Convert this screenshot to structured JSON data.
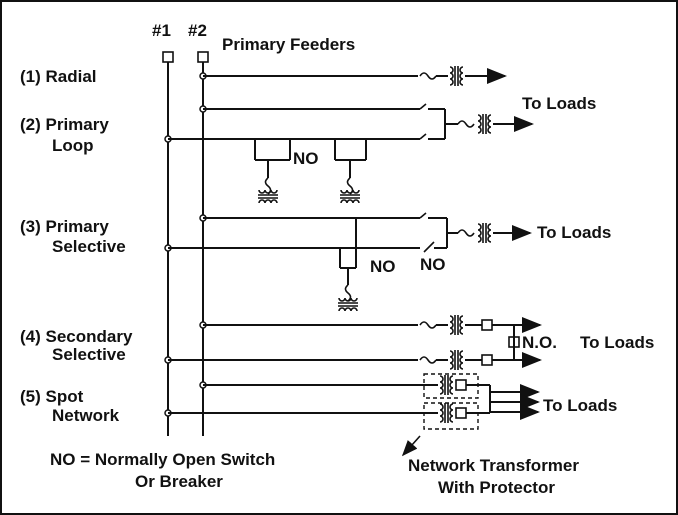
{
  "feeders": {
    "feeder1": "#1",
    "feeder2": "#2",
    "title": "Primary Feeders"
  },
  "systems": [
    {
      "line1": "(1) Radial",
      "line2": ""
    },
    {
      "line1": "(2) Primary",
      "line2": "Loop"
    },
    {
      "line1": "(3) Primary",
      "line2": "Selective"
    },
    {
      "line1": "(4) Secondary",
      "line2": "Selective"
    },
    {
      "line1": "(5) Spot",
      "line2": "Network"
    }
  ],
  "outputs": {
    "to_loads_1": "To Loads",
    "to_loads_3": "To Loads",
    "to_loads_4": "To Loads",
    "to_loads_5": "To Loads",
    "no_loop": "NO",
    "no_sel_1": "NO",
    "no_sel_2": "NO",
    "no_sec": "N.O."
  },
  "notes": {
    "legend_line1": "NO = Normally Open Switch",
    "legend_line2": "Or Breaker",
    "network_line1": "Network Transformer",
    "network_line2": "With Protector"
  }
}
